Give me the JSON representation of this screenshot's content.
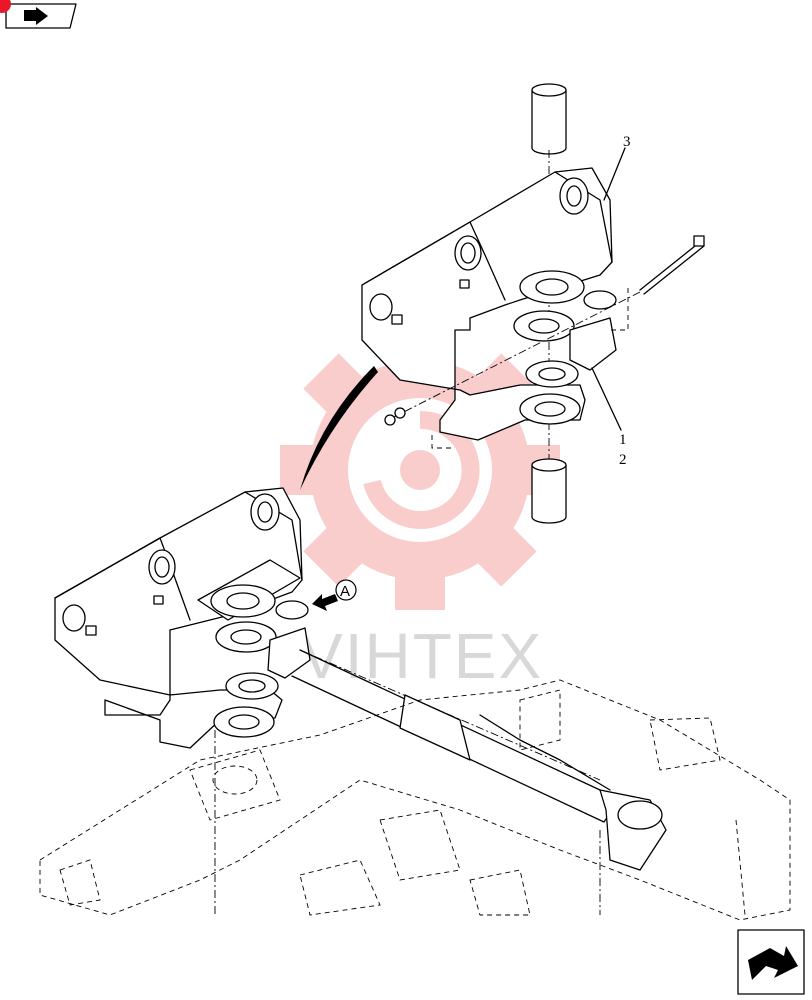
{
  "callouts": [
    {
      "label": "3"
    },
    {
      "label": "1"
    },
    {
      "label": "2"
    }
  ],
  "view_marker": {
    "label": "A"
  },
  "watermark": {
    "text": "VIHTEX",
    "color": "#f4a3a3"
  },
  "icons": {
    "top_left": "page-tab-arrow-icon",
    "bottom_right": "next-page-arrow-icon"
  },
  "colors": {
    "accent_red": "#e8182a",
    "line": "#000000"
  }
}
